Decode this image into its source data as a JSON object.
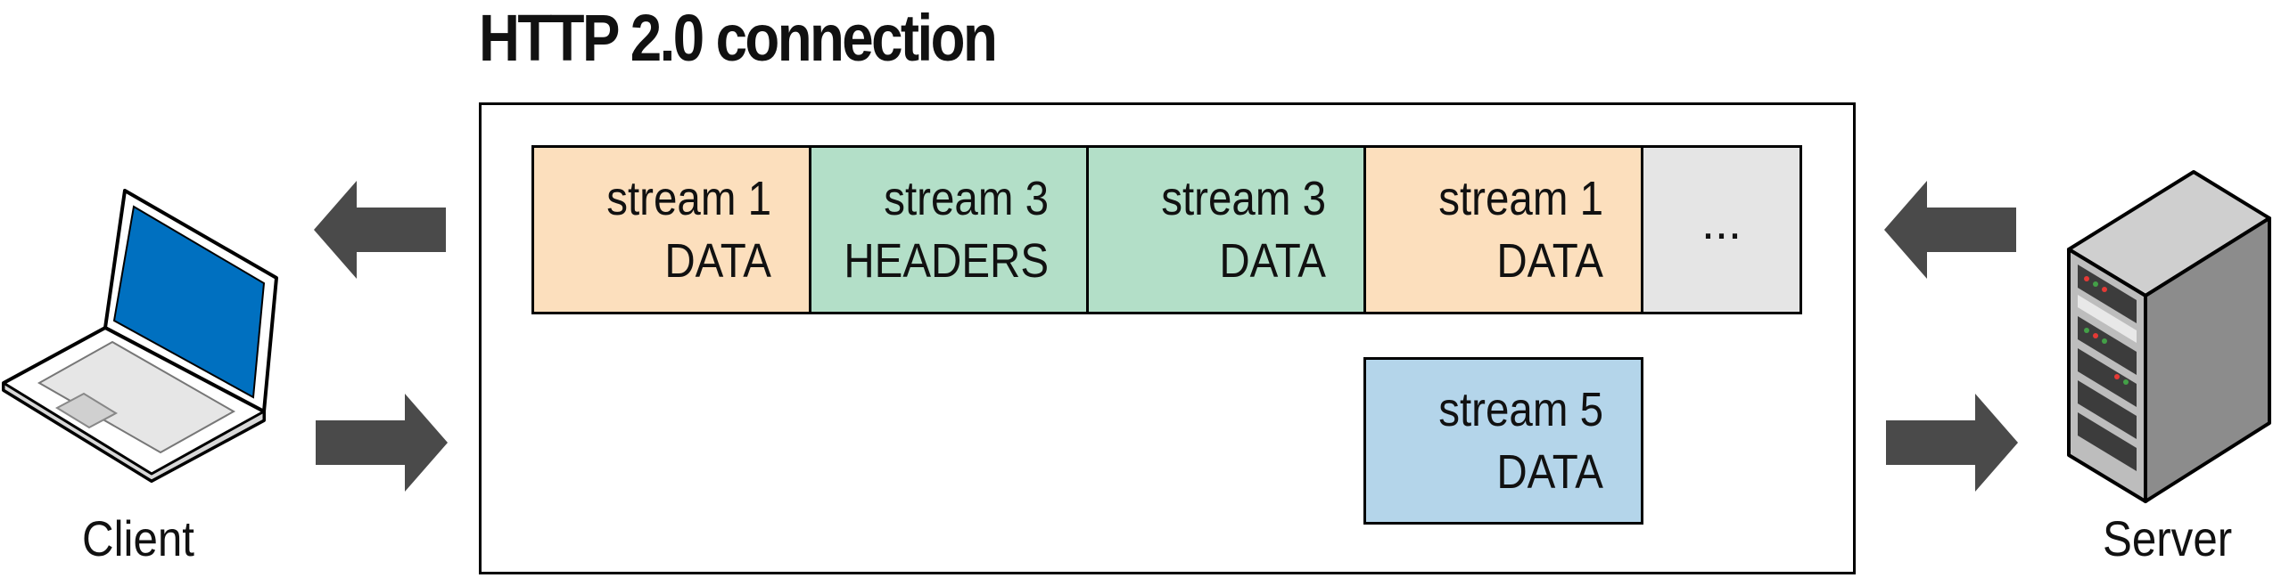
{
  "title": "HTTP 2.0 connection",
  "client_label": "Client",
  "server_label": "Server",
  "frames": [
    {
      "line1": "stream 1",
      "line2": "DATA",
      "color": "#fcdfbd"
    },
    {
      "line1": "stream 3",
      "line2": "HEADERS",
      "color": "#b3dfc8"
    },
    {
      "line1": "stream 3",
      "line2": "DATA",
      "color": "#b3dfc8"
    },
    {
      "line1": "stream 1",
      "line2": "DATA",
      "color": "#fcdfbd"
    },
    {
      "line1": "...",
      "color": "#e5e5e5"
    }
  ],
  "upstream_frame": {
    "line1": "stream 5",
    "line2": "DATA",
    "color": "#b4d5ea"
  },
  "colors": {
    "arrow": "#4a4a4a",
    "laptop_screen": "#0070c0",
    "server_body": "#9a9a9a"
  }
}
